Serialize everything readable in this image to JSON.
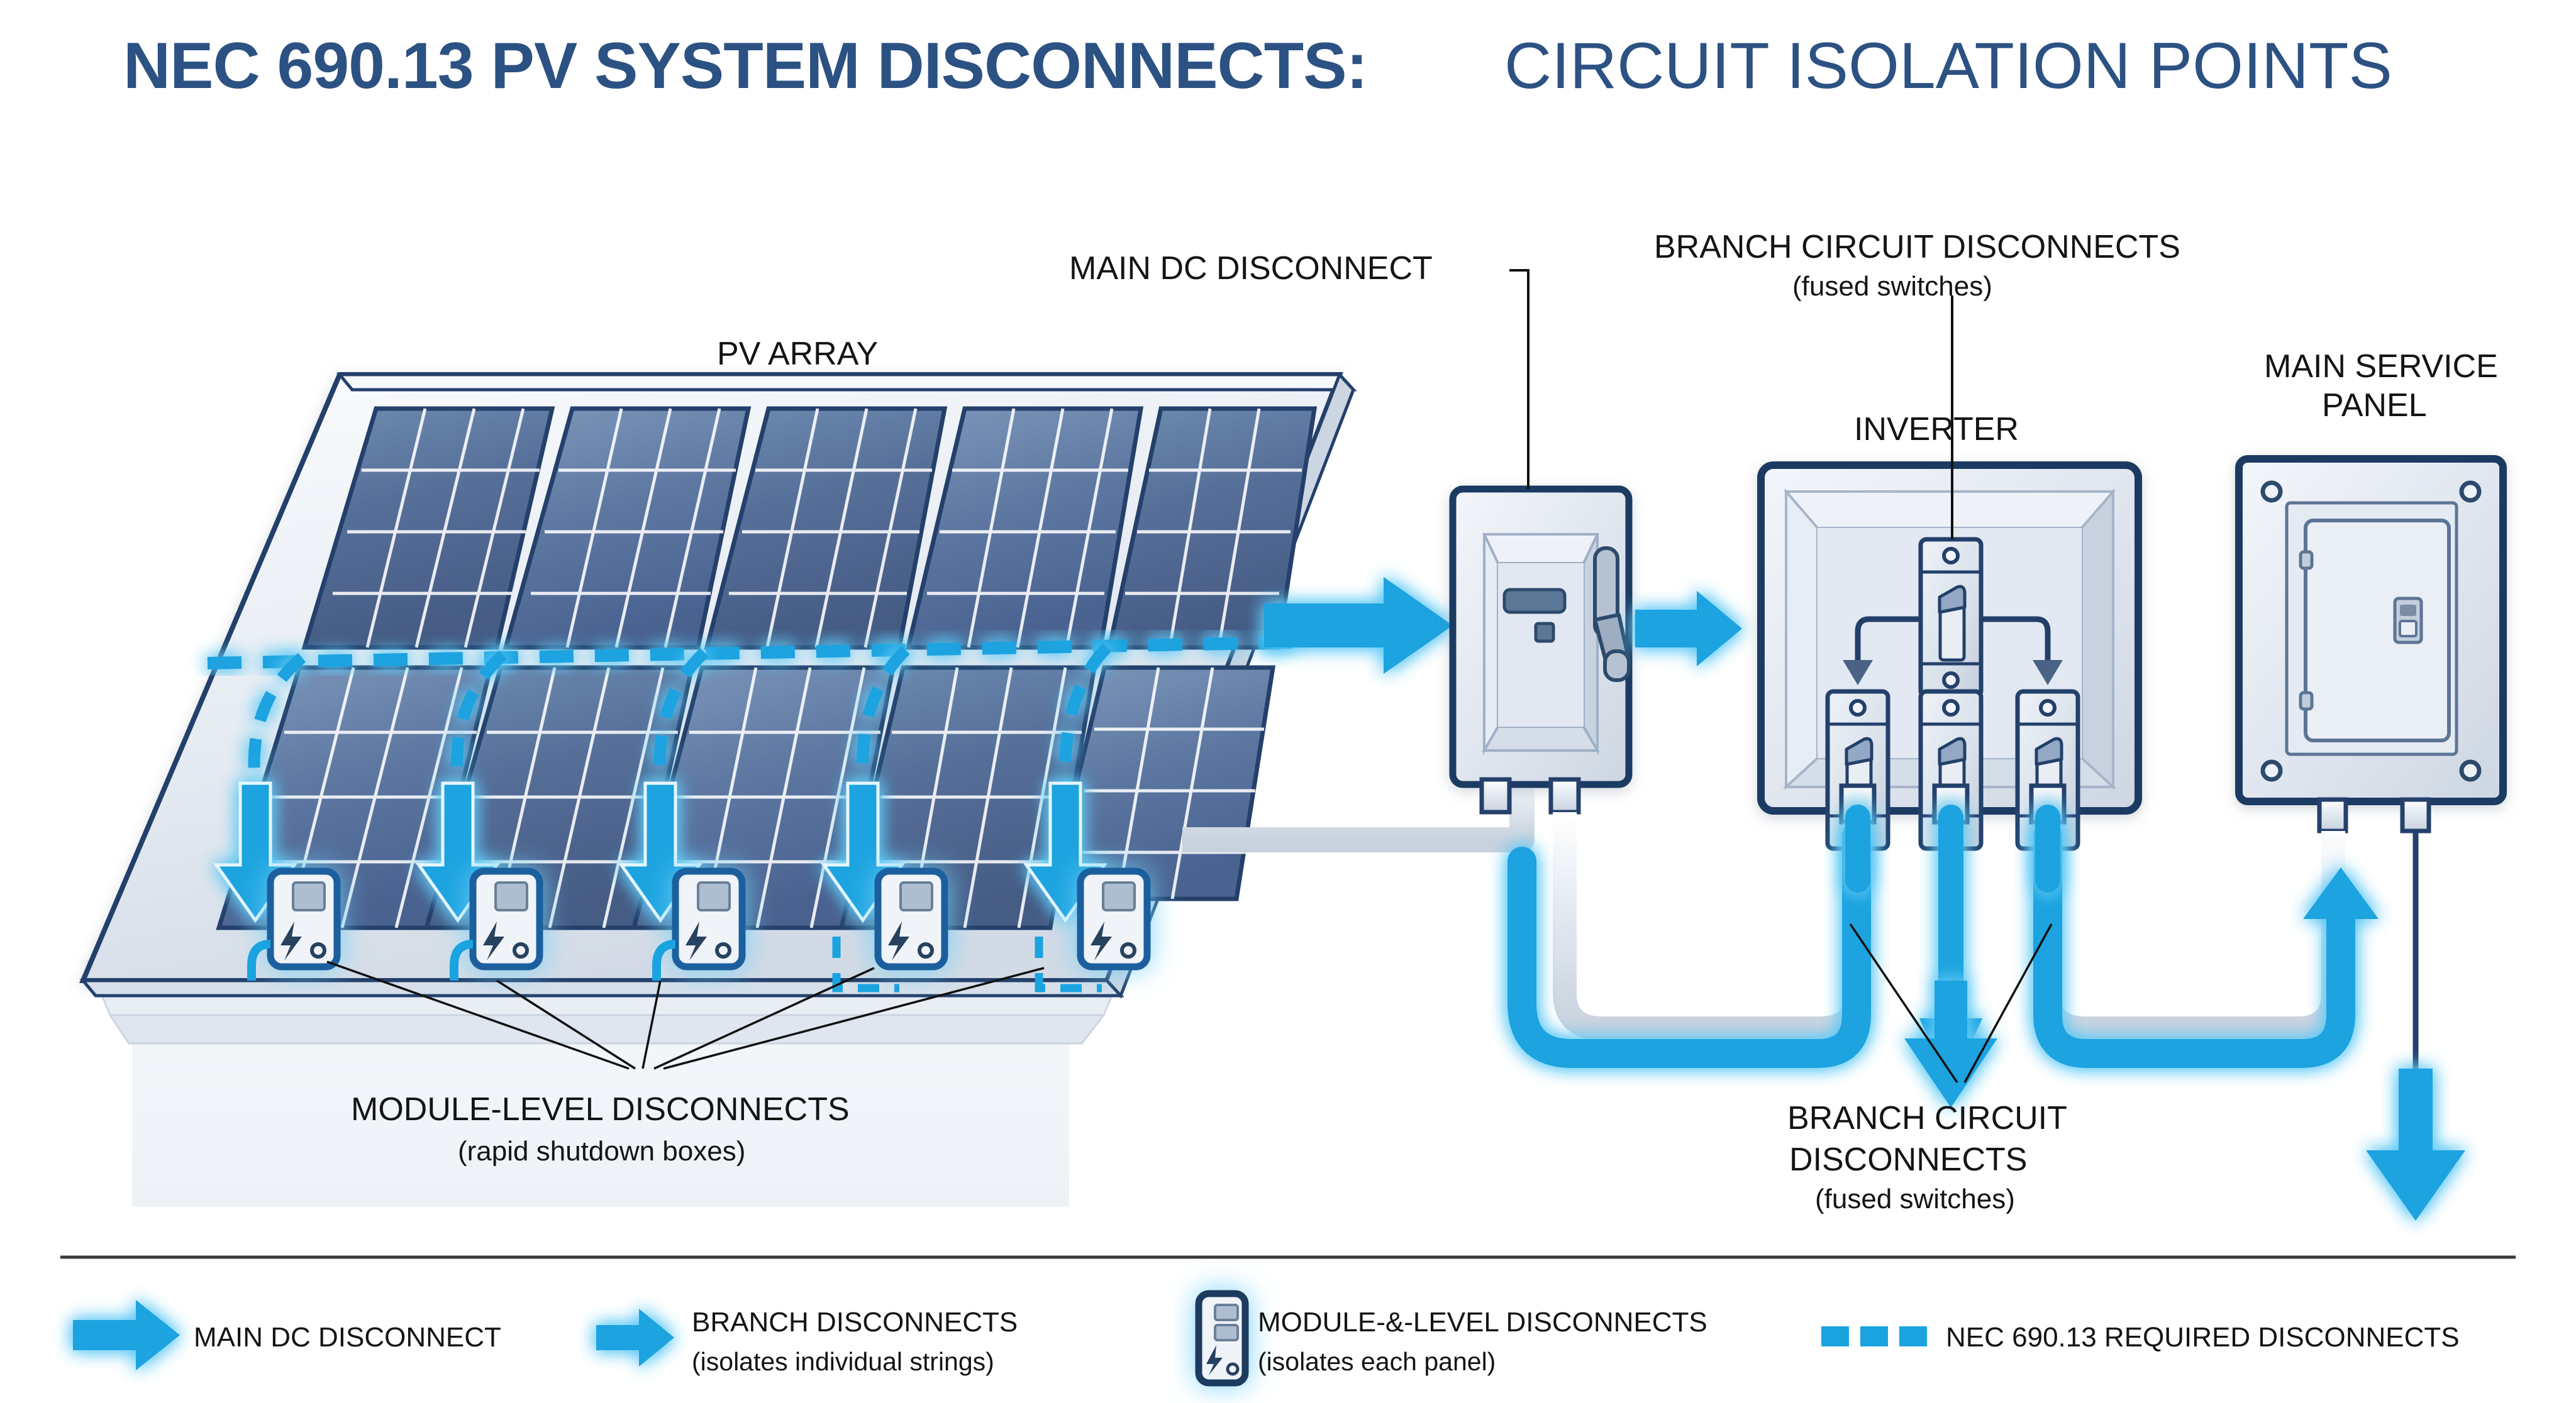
{
  "title": {
    "bold_part": "NEC 690.13 PV SYSTEM DISCONNECTS:",
    "light_part": " CIRCUIT ISOLATION POINTS",
    "color": "#2c5183"
  },
  "labels": {
    "pv_array": "PV ARRAY",
    "main_dc_disconnect": "MAIN DC DISCONNECT",
    "branch_top_line1": "BRANCH CIRCUIT DISCONNECTS",
    "branch_top_line2": "(fused switches)",
    "inverter": "INVERTER",
    "main_service_panel_line1": "MAIN SERVICE",
    "main_service_panel_line2": "PANEL",
    "module_level_line1": "MODULE-LEVEL DISCONNECTS",
    "module_level_line2": "(rapid shutdown boxes)",
    "branch_bottom_line1": "BRANCH CIRCUIT",
    "branch_bottom_line2": "DISCONNECTS",
    "branch_bottom_line3": "(fused switches)"
  },
  "legend": {
    "items": [
      {
        "marker": "arrow-large-icon",
        "line1": "MAIN DC DISCONNECT",
        "line2": ""
      },
      {
        "marker": "arrow-small-icon",
        "line1": "BRANCH DISCONNECTS",
        "line2": "(isolates individual strings)"
      },
      {
        "marker": "disconnect-box-icon",
        "line1": "MODULE-&-LEVEL DISCONNECTS",
        "line2": "(isolates each panel)"
      },
      {
        "marker": "dashed-line-icon",
        "line1": "NEC 690.13 REQUIRED DISCONNECTS",
        "line2": ""
      }
    ]
  },
  "colors": {
    "accent_cyan": "#1ba3e0",
    "accent_cyan_light": "#7fd4f5",
    "navy": "#2c5183",
    "panel_outline": "#1c3a63",
    "cell_blue": "#5d7ba3",
    "cell_blue_dark": "#48618a",
    "frame_light": "#e8edf3",
    "enclosure_face": "#dde3eb",
    "text_dark": "#141414",
    "divider": "#3a3a3a"
  },
  "array": {
    "columns": 5,
    "rows": 2,
    "module_disconnect_count": 5,
    "string_arrow_count": 5
  },
  "inverter": {
    "top_breaker_count": 1,
    "branch_breaker_count": 3
  },
  "service_panel": {
    "screw_count": 4,
    "hinge_count": 2
  }
}
